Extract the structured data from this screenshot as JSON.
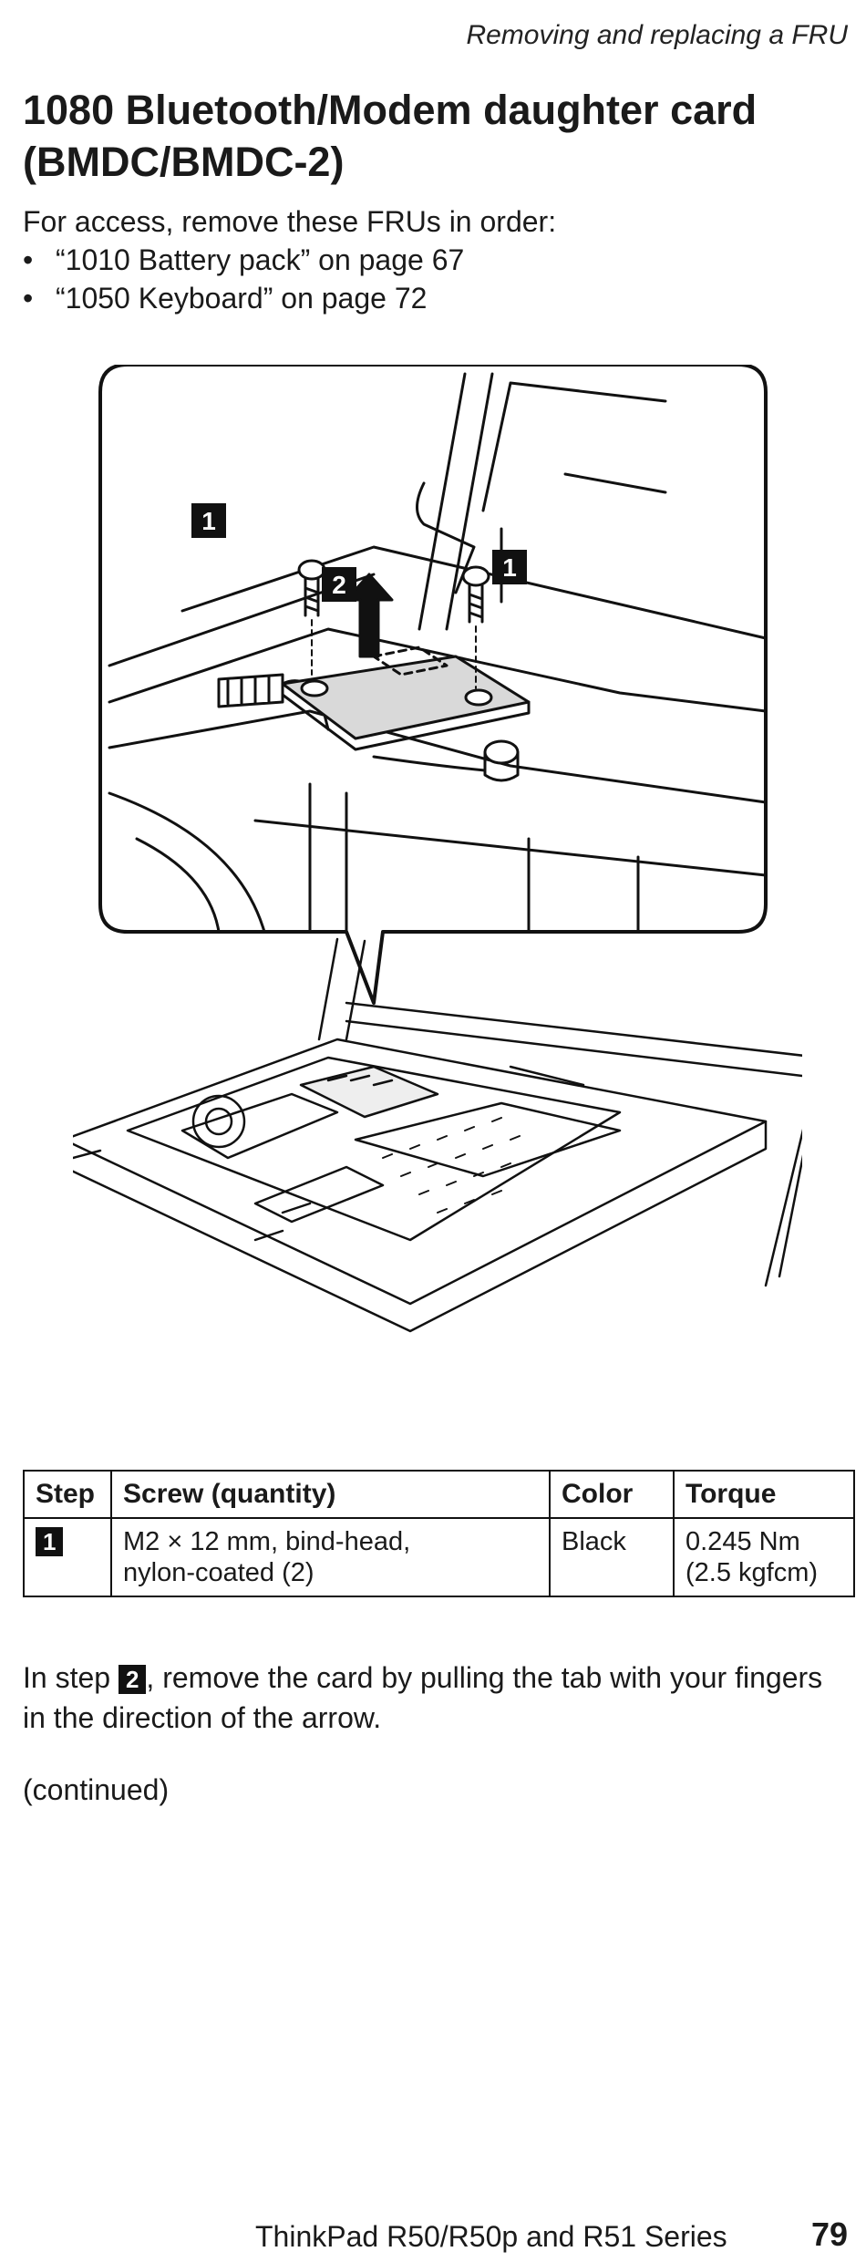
{
  "running_head": "Removing and replacing a FRU",
  "title": "1080 Bluetooth/Modem daughter card (BMDC/BMDC-2)",
  "intro": "For access, remove these FRUs in order:",
  "prereqs": [
    "“1010 Battery pack” on page 67",
    "“1050 Keyboard” on page 72"
  ],
  "figure": {
    "callouts": [
      "1",
      "2",
      "1"
    ]
  },
  "table": {
    "headers": [
      "Step",
      "Screw (quantity)",
      "Color",
      "Torque"
    ],
    "rows": [
      {
        "step": "1",
        "screw_line1": "M2 × 12 mm, bind-head,",
        "screw_line2": "nylon-coated (2)",
        "color": "Black",
        "torque_line1": "0.245 Nm",
        "torque_line2": "(2.5 kgfcm)"
      }
    ]
  },
  "step_text": {
    "before": "In step",
    "callout": "2",
    "after": ", remove the card by pulling the tab with your fingers in the direction of the arrow."
  },
  "continued": "(continued)",
  "footer": {
    "series": "ThinkPad R50/R50p and R51 Series",
    "page": "79"
  }
}
